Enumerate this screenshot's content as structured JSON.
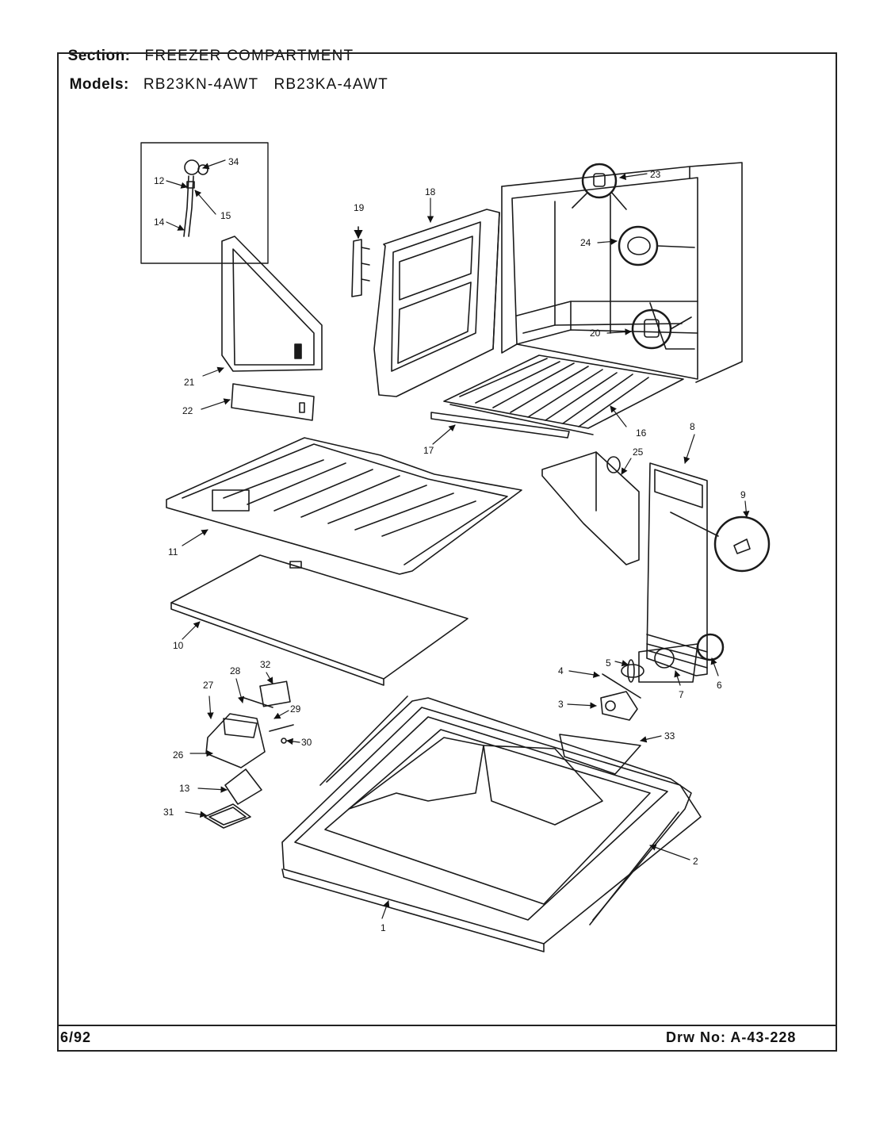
{
  "header": {
    "section_label": "Section:",
    "section_value": "FREEZER COMPARTMENT",
    "models_label": "Models:",
    "models_value": "RB23KN-4AWT   RB23KA-4AWT"
  },
  "footer": {
    "date": "6/92",
    "drawing_number": "Drw No: A-43-228"
  },
  "callouts": [
    "1",
    "2",
    "3",
    "4",
    "5",
    "6",
    "7",
    "8",
    "9",
    "10",
    "11",
    "12",
    "13",
    "14",
    "15",
    "16",
    "17",
    "18",
    "19",
    "20",
    "21",
    "22",
    "23",
    "24",
    "25",
    "26",
    "27",
    "28",
    "29",
    "30",
    "31",
    "32",
    "33",
    "34"
  ]
}
